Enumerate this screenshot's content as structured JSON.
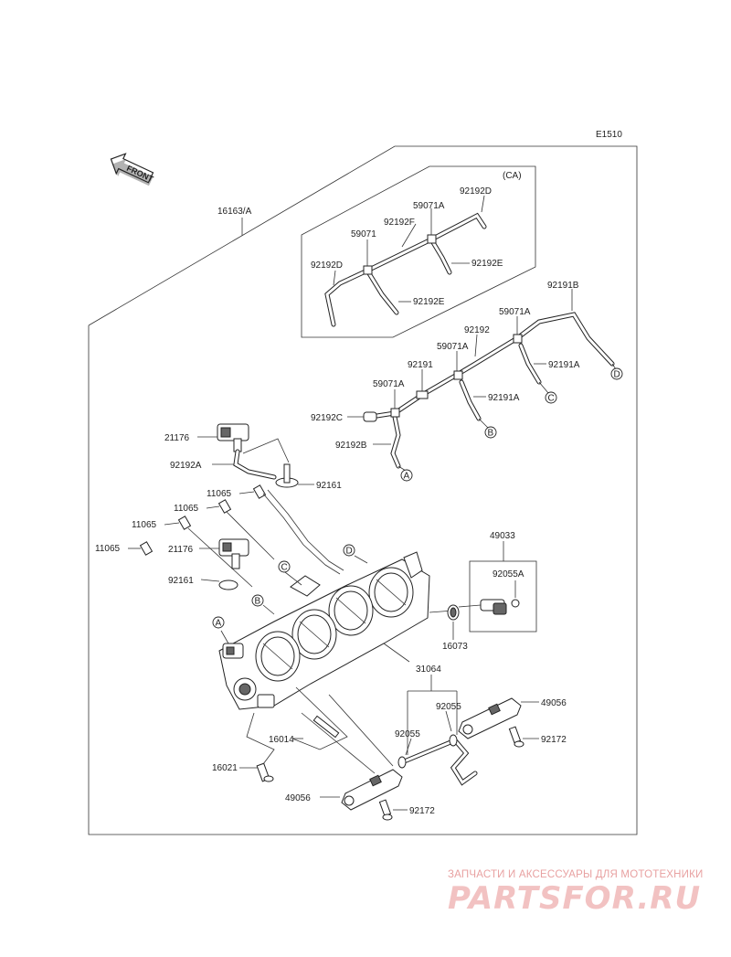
{
  "diagram_code": "E1510",
  "front_label": "FRONT",
  "frame_label": "16163/A",
  "inset_label": "(CA)",
  "circle_refs": [
    "A",
    "B",
    "C",
    "D"
  ],
  "labels": {
    "l92192D_a": "92192D",
    "l59071A_a": "59071A",
    "l92192F": "92192F",
    "l59071": "59071",
    "l92192E_a": "92192E",
    "l92192D_b": "92192D",
    "l92192E_b": "92192E",
    "l92191B": "92191B",
    "l59071A_b": "59071A",
    "l92192": "92192",
    "l59071A_c": "59071A",
    "l92191A_a": "92191A",
    "l92191": "92191",
    "l59071A_d": "59071A",
    "l92191A_b": "92191A",
    "l92192C": "92192C",
    "l92192B": "92192B",
    "l21176_a": "21176",
    "l92192A": "92192A",
    "l92161_a": "92161",
    "l11065_a": "11065",
    "l11065_b": "11065",
    "l11065_c": "11065",
    "l11065_d": "11065",
    "l21176_b": "21176",
    "l92161_b": "92161",
    "l49033": "49033",
    "l92055A": "92055A",
    "l16073": "16073",
    "l31064": "31064",
    "l92055_a": "92055",
    "l92055_b": "92055",
    "l49056_a": "49056",
    "l92172_a": "92172",
    "l16014": "16014",
    "l16021": "16021",
    "l49056_b": "49056",
    "l92172_b": "92172"
  },
  "watermark": {
    "tagline": "ЗАПЧАСТИ И АКСЕССУАРЫ ДЛЯ МОТОТЕХНИКИ",
    "brand": "PARTSFOR.RU"
  }
}
